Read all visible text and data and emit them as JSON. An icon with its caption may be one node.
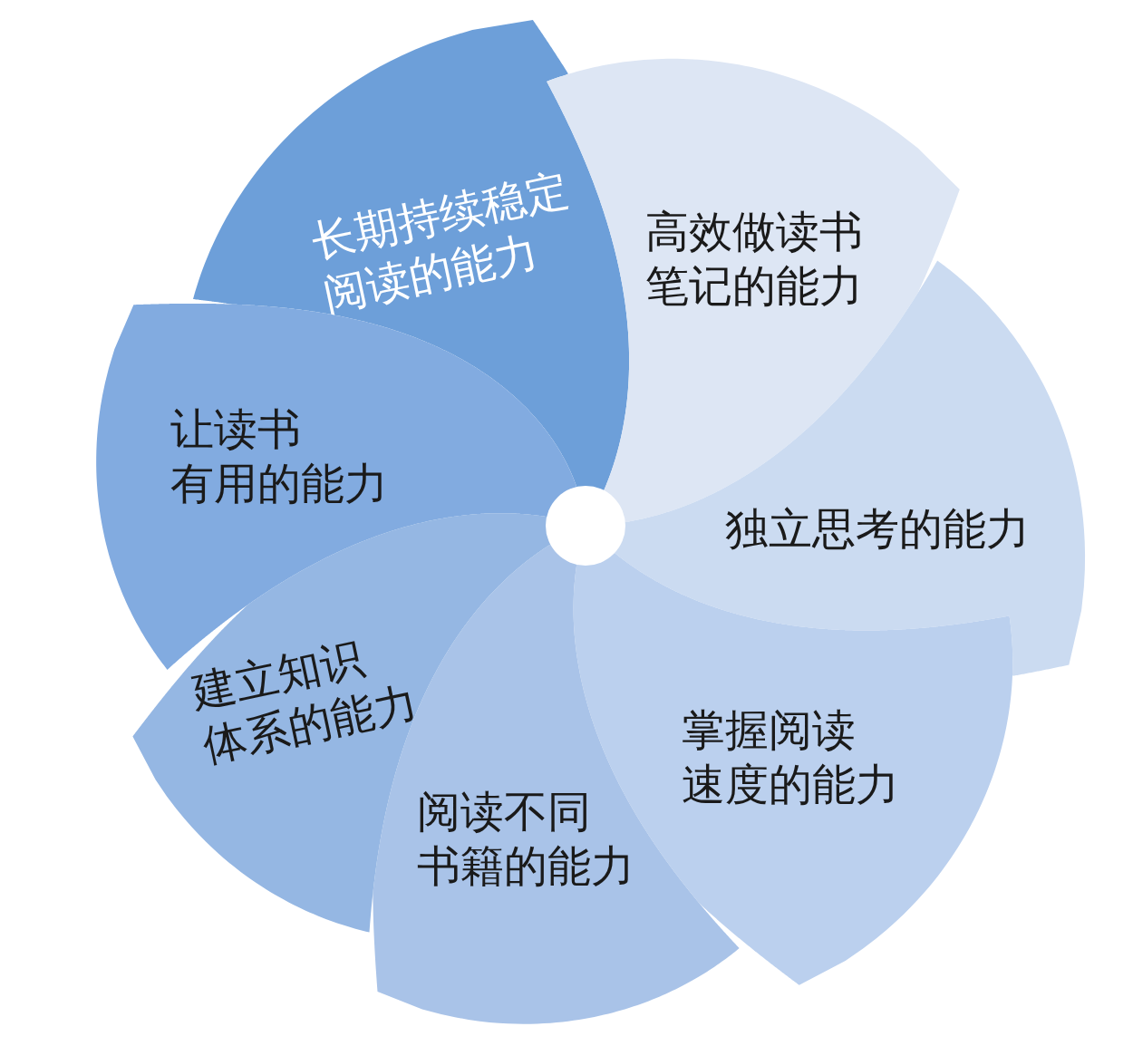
{
  "diagram": {
    "nodes": [
      {
        "text": [
          "长期持续稳定阅读的能力"
        ]
      },
      {
        "text": [
          "高效做读书笔记的能力"
        ]
      },
      {
        "text": [
          "独立思考的能力"
        ]
      },
      {
        "text": [
          "掌握阅读速度的能力"
        ]
      },
      {
        "text": [
          "阅读不同书籍的能力"
        ]
      },
      {
        "text": [
          "建立知识体系的能力"
        ]
      },
      {
        "text": [
          "让读书有用的能力"
        ]
      }
    ]
  }
}
